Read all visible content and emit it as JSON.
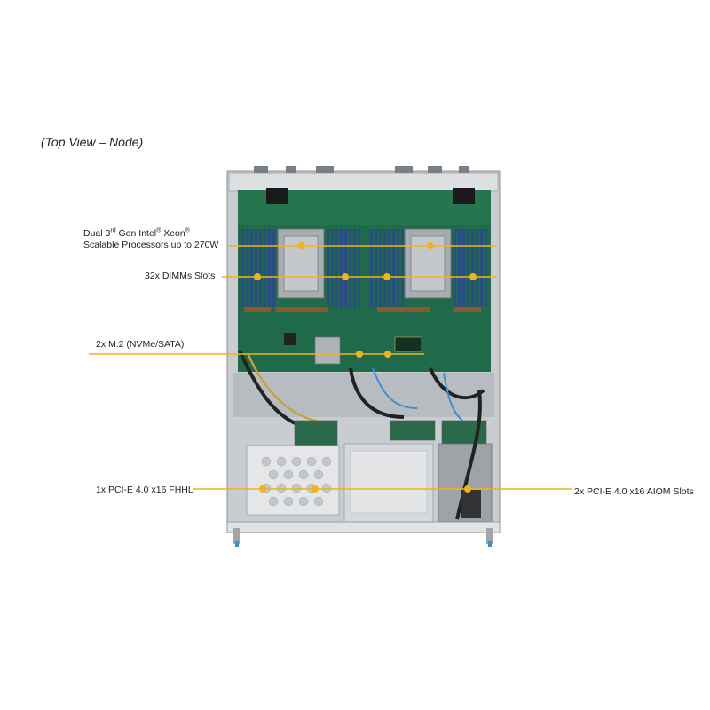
{
  "caption": "(Top View – Node)",
  "callouts": {
    "cpu": {
      "line1_a": "Dual 3",
      "line1_sup1": "rd",
      "line1_b": " Gen Intel",
      "line1_sup2": "®",
      "line1_c": " Xeon",
      "line1_sup3": "®",
      "line2": "Scalable Processors up to 270W"
    },
    "dimm": "32x DIMMs Slots",
    "m2": "2x M.2 (NVMe/SATA)",
    "pcie_fhhl": "1x PCI-E 4.0 x16 FHHL",
    "aiom": "2x PCI-E 4.0 x16 AIOM  Slots"
  },
  "colors": {
    "callout_line": "#f2b21a",
    "callout_dot": "#f2b21a",
    "pcb": "#1f6a4a",
    "dimm": "#2a4b86",
    "chassis": "#cfd3d6"
  }
}
